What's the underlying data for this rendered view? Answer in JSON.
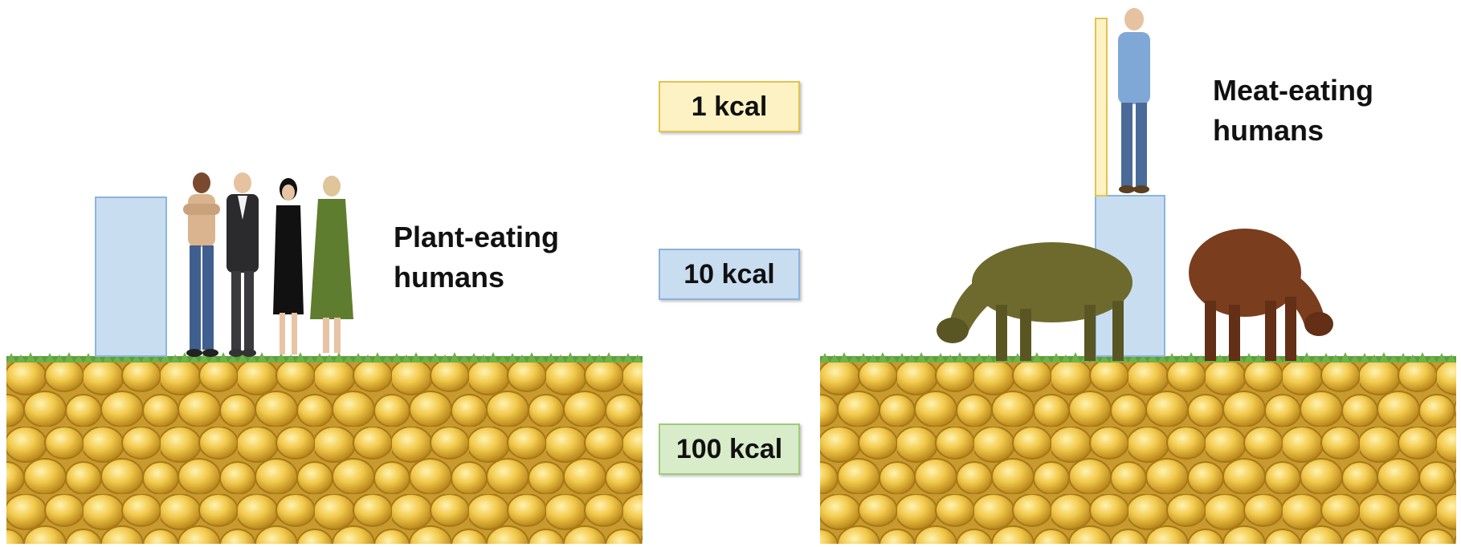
{
  "left_label": "Plant-eating\nhumans",
  "right_label": "Meat-eating\nhumans",
  "energy_levels": [
    "1 kcal",
    "10 kcal",
    "100 kcal"
  ],
  "colors": {
    "kcal_1": "#fdf2c4",
    "kcal_10": "#c9ddf1",
    "kcal_100": "#d9ecc9",
    "corn": "#e8b93a",
    "grass": "#5e9e3a"
  },
  "icons": [
    "corn-kernels",
    "grass",
    "human-figure",
    "cow"
  ]
}
